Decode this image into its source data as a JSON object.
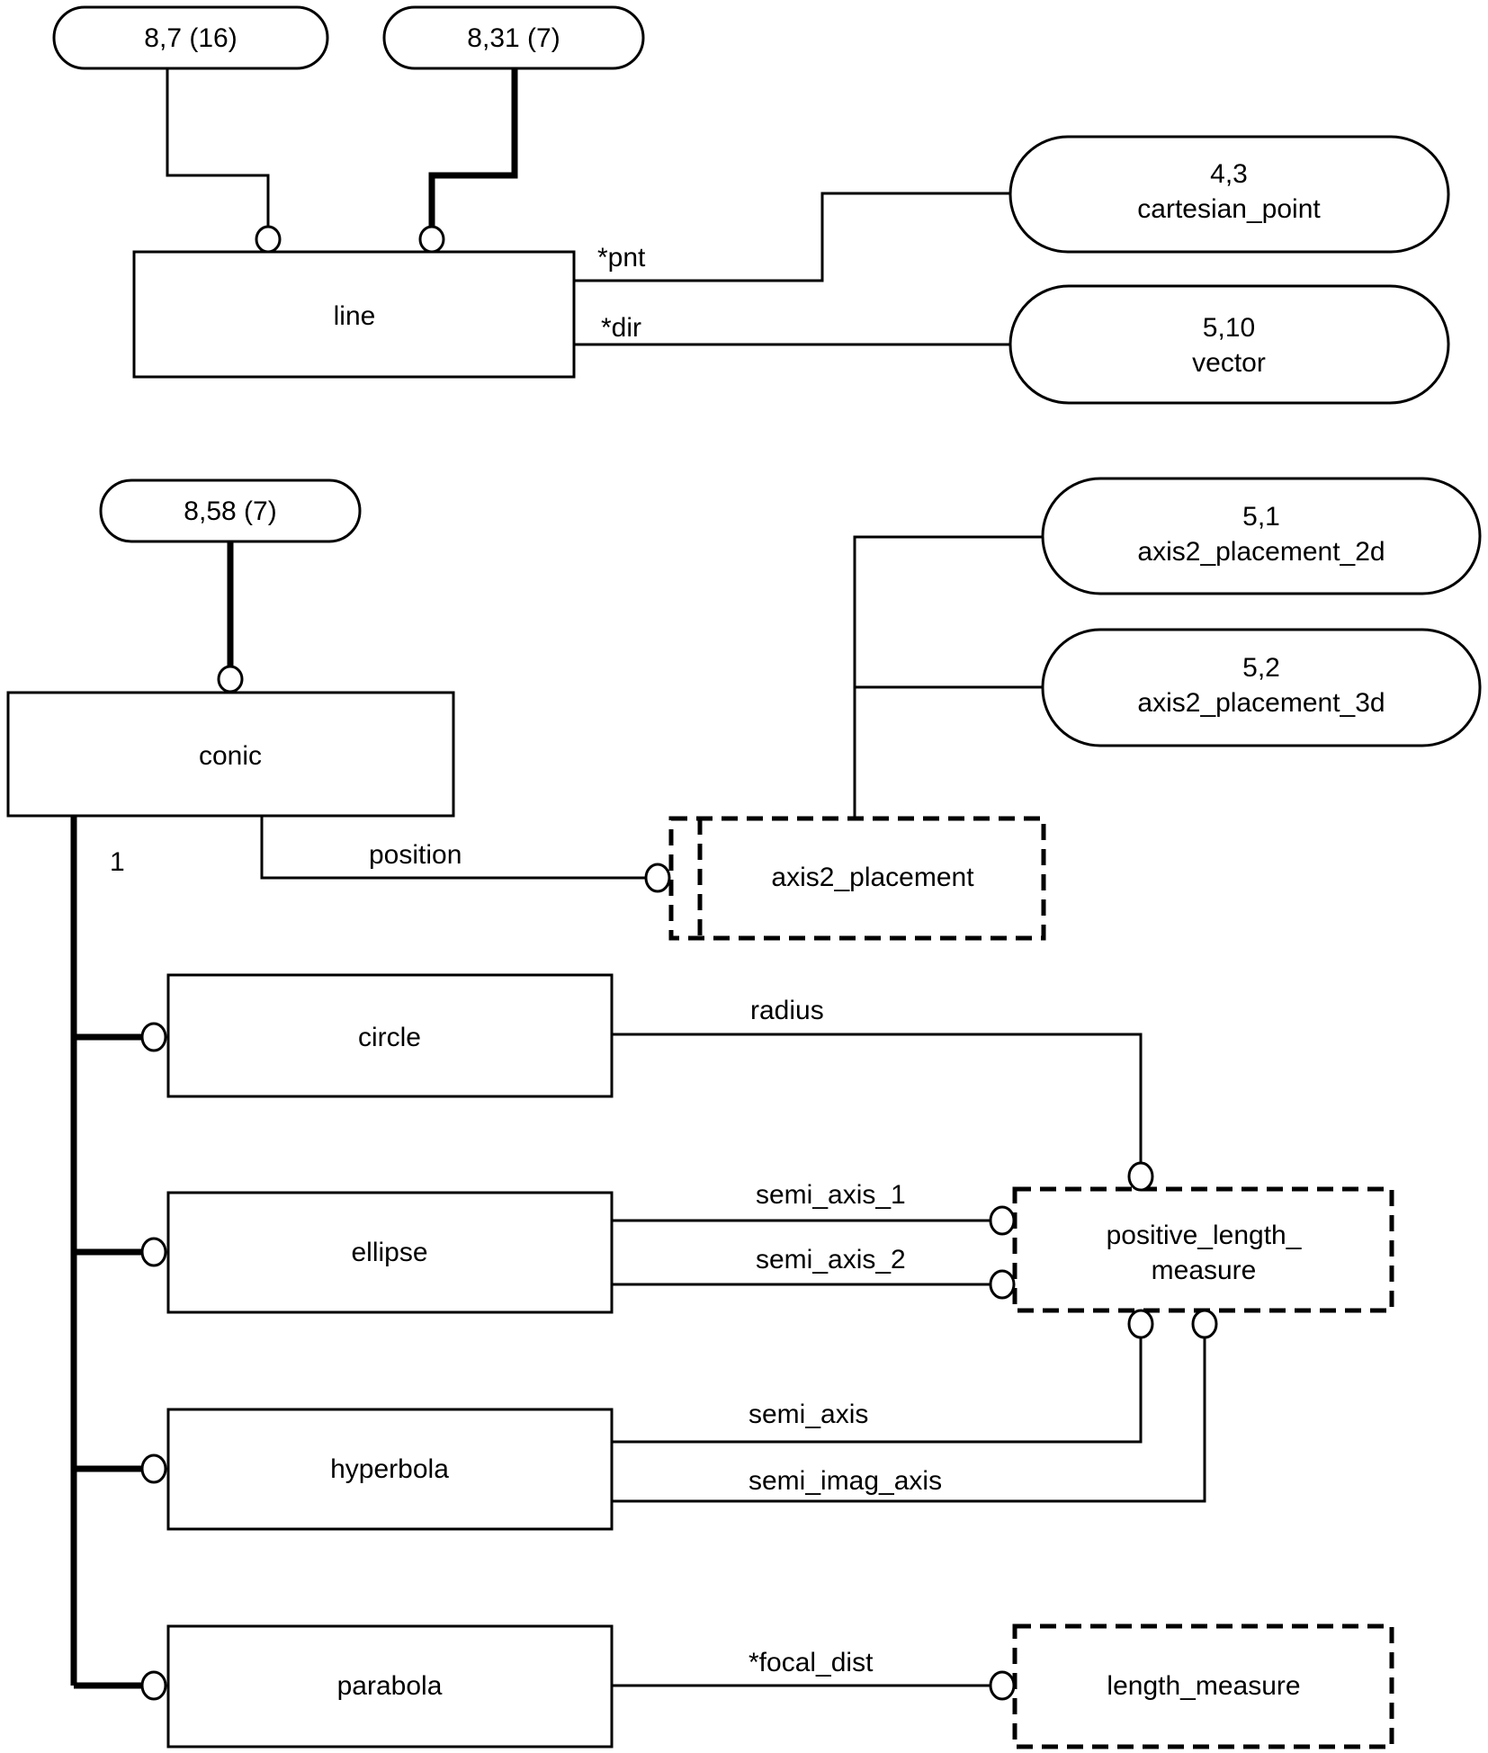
{
  "diagram": {
    "type": "EXPRESS-G schema diagram",
    "page_refs": {
      "ref_8_7": "8,7 (16)",
      "ref_8_31": "8,31 (7)",
      "ref_8_58": "8,58 (7)"
    },
    "inter_refs": {
      "cartesian_point": {
        "ref": "4,3",
        "name": "cartesian_point"
      },
      "vector": {
        "ref": "5,10",
        "name": "vector"
      },
      "axis2_placement_2d": {
        "ref": "5,1",
        "name": "axis2_placement_2d"
      },
      "axis2_placement_3d": {
        "ref": "5,2",
        "name": "axis2_placement_3d"
      }
    },
    "entities": {
      "line": "line",
      "conic": "conic",
      "circle": "circle",
      "ellipse": "ellipse",
      "hyperbola": "hyperbola",
      "parabola": "parabola"
    },
    "types": {
      "axis2_placement": "axis2_placement",
      "positive_length_measure_1": "positive_length_",
      "positive_length_measure_2": "measure",
      "length_measure": "length_measure"
    },
    "relations": {
      "pnt": "*pnt",
      "dir": "*dir",
      "position": "position",
      "supertype_cardinality": "1",
      "radius": "radius",
      "semi_axis_1": "semi_axis_1",
      "semi_axis_2": "semi_axis_2",
      "semi_axis": "semi_axis",
      "semi_imag_axis": "semi_imag_axis",
      "focal_dist": "*focal_dist"
    }
  }
}
